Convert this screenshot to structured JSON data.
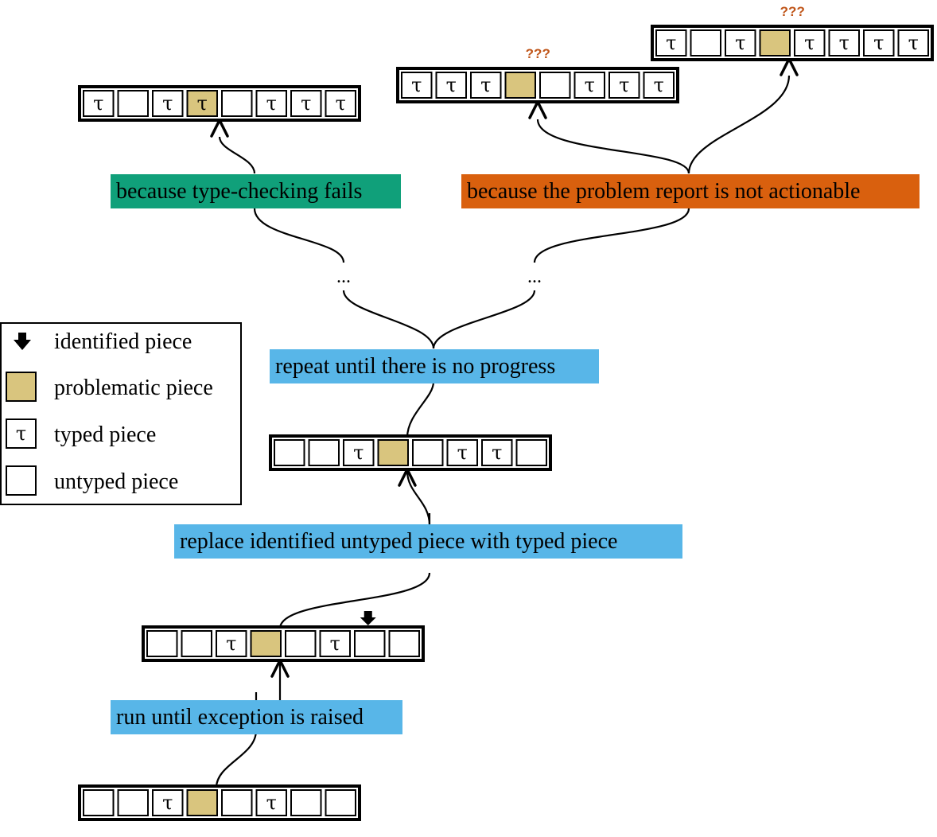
{
  "colors": {
    "problematic": "#d9c57e",
    "typed": "#ffffff",
    "untyped": "#ffffff",
    "label_blue": "#58b6e8",
    "label_green": "#10a07a",
    "label_orange": "#d9600e",
    "unknown_text": "#c0561a"
  },
  "symbols": {
    "typed": "τ",
    "unknown": "???",
    "ellipsis": "..."
  },
  "labels": {
    "run": "run until exception is raised",
    "replace": "replace identified untyped piece with typed piece",
    "repeat": "repeat until there is no progress",
    "typecheck": "because type-checking fails",
    "notactionable": "because the problem report is not actionable"
  },
  "legend": {
    "items": [
      {
        "kind": "identified",
        "icon": "down-arrow-icon",
        "label": "identified piece"
      },
      {
        "kind": "problematic",
        "icon": "problematic-cell-icon",
        "label": "problematic piece"
      },
      {
        "kind": "typed",
        "icon": "typed-cell-icon",
        "label": "typed piece"
      },
      {
        "kind": "untyped",
        "icon": "untyped-cell-icon",
        "label": "untyped piece"
      }
    ]
  },
  "configurations": [
    {
      "id": "config-initial",
      "cells": [
        "u",
        "u",
        "t",
        "p",
        "u",
        "t",
        "u",
        "u"
      ]
    },
    {
      "id": "config-after-run",
      "cells": [
        "u",
        "u",
        "t",
        "p",
        "u",
        "t",
        "u",
        "u"
      ],
      "identified_index": 6
    },
    {
      "id": "config-after-replace",
      "cells": [
        "u",
        "u",
        "t",
        "p",
        "u",
        "t",
        "t",
        "u"
      ]
    },
    {
      "id": "config-typecheck-fail",
      "cells": [
        "t",
        "u",
        "t",
        "pt",
        "u",
        "t",
        "t",
        "t"
      ]
    },
    {
      "id": "config-notactionable-1",
      "cells": [
        "t",
        "t",
        "t",
        "p",
        "u",
        "t",
        "t",
        "t"
      ],
      "unknown": true
    },
    {
      "id": "config-notactionable-2",
      "cells": [
        "t",
        "u",
        "t",
        "p",
        "t",
        "t",
        "t",
        "t"
      ],
      "unknown": true
    }
  ]
}
